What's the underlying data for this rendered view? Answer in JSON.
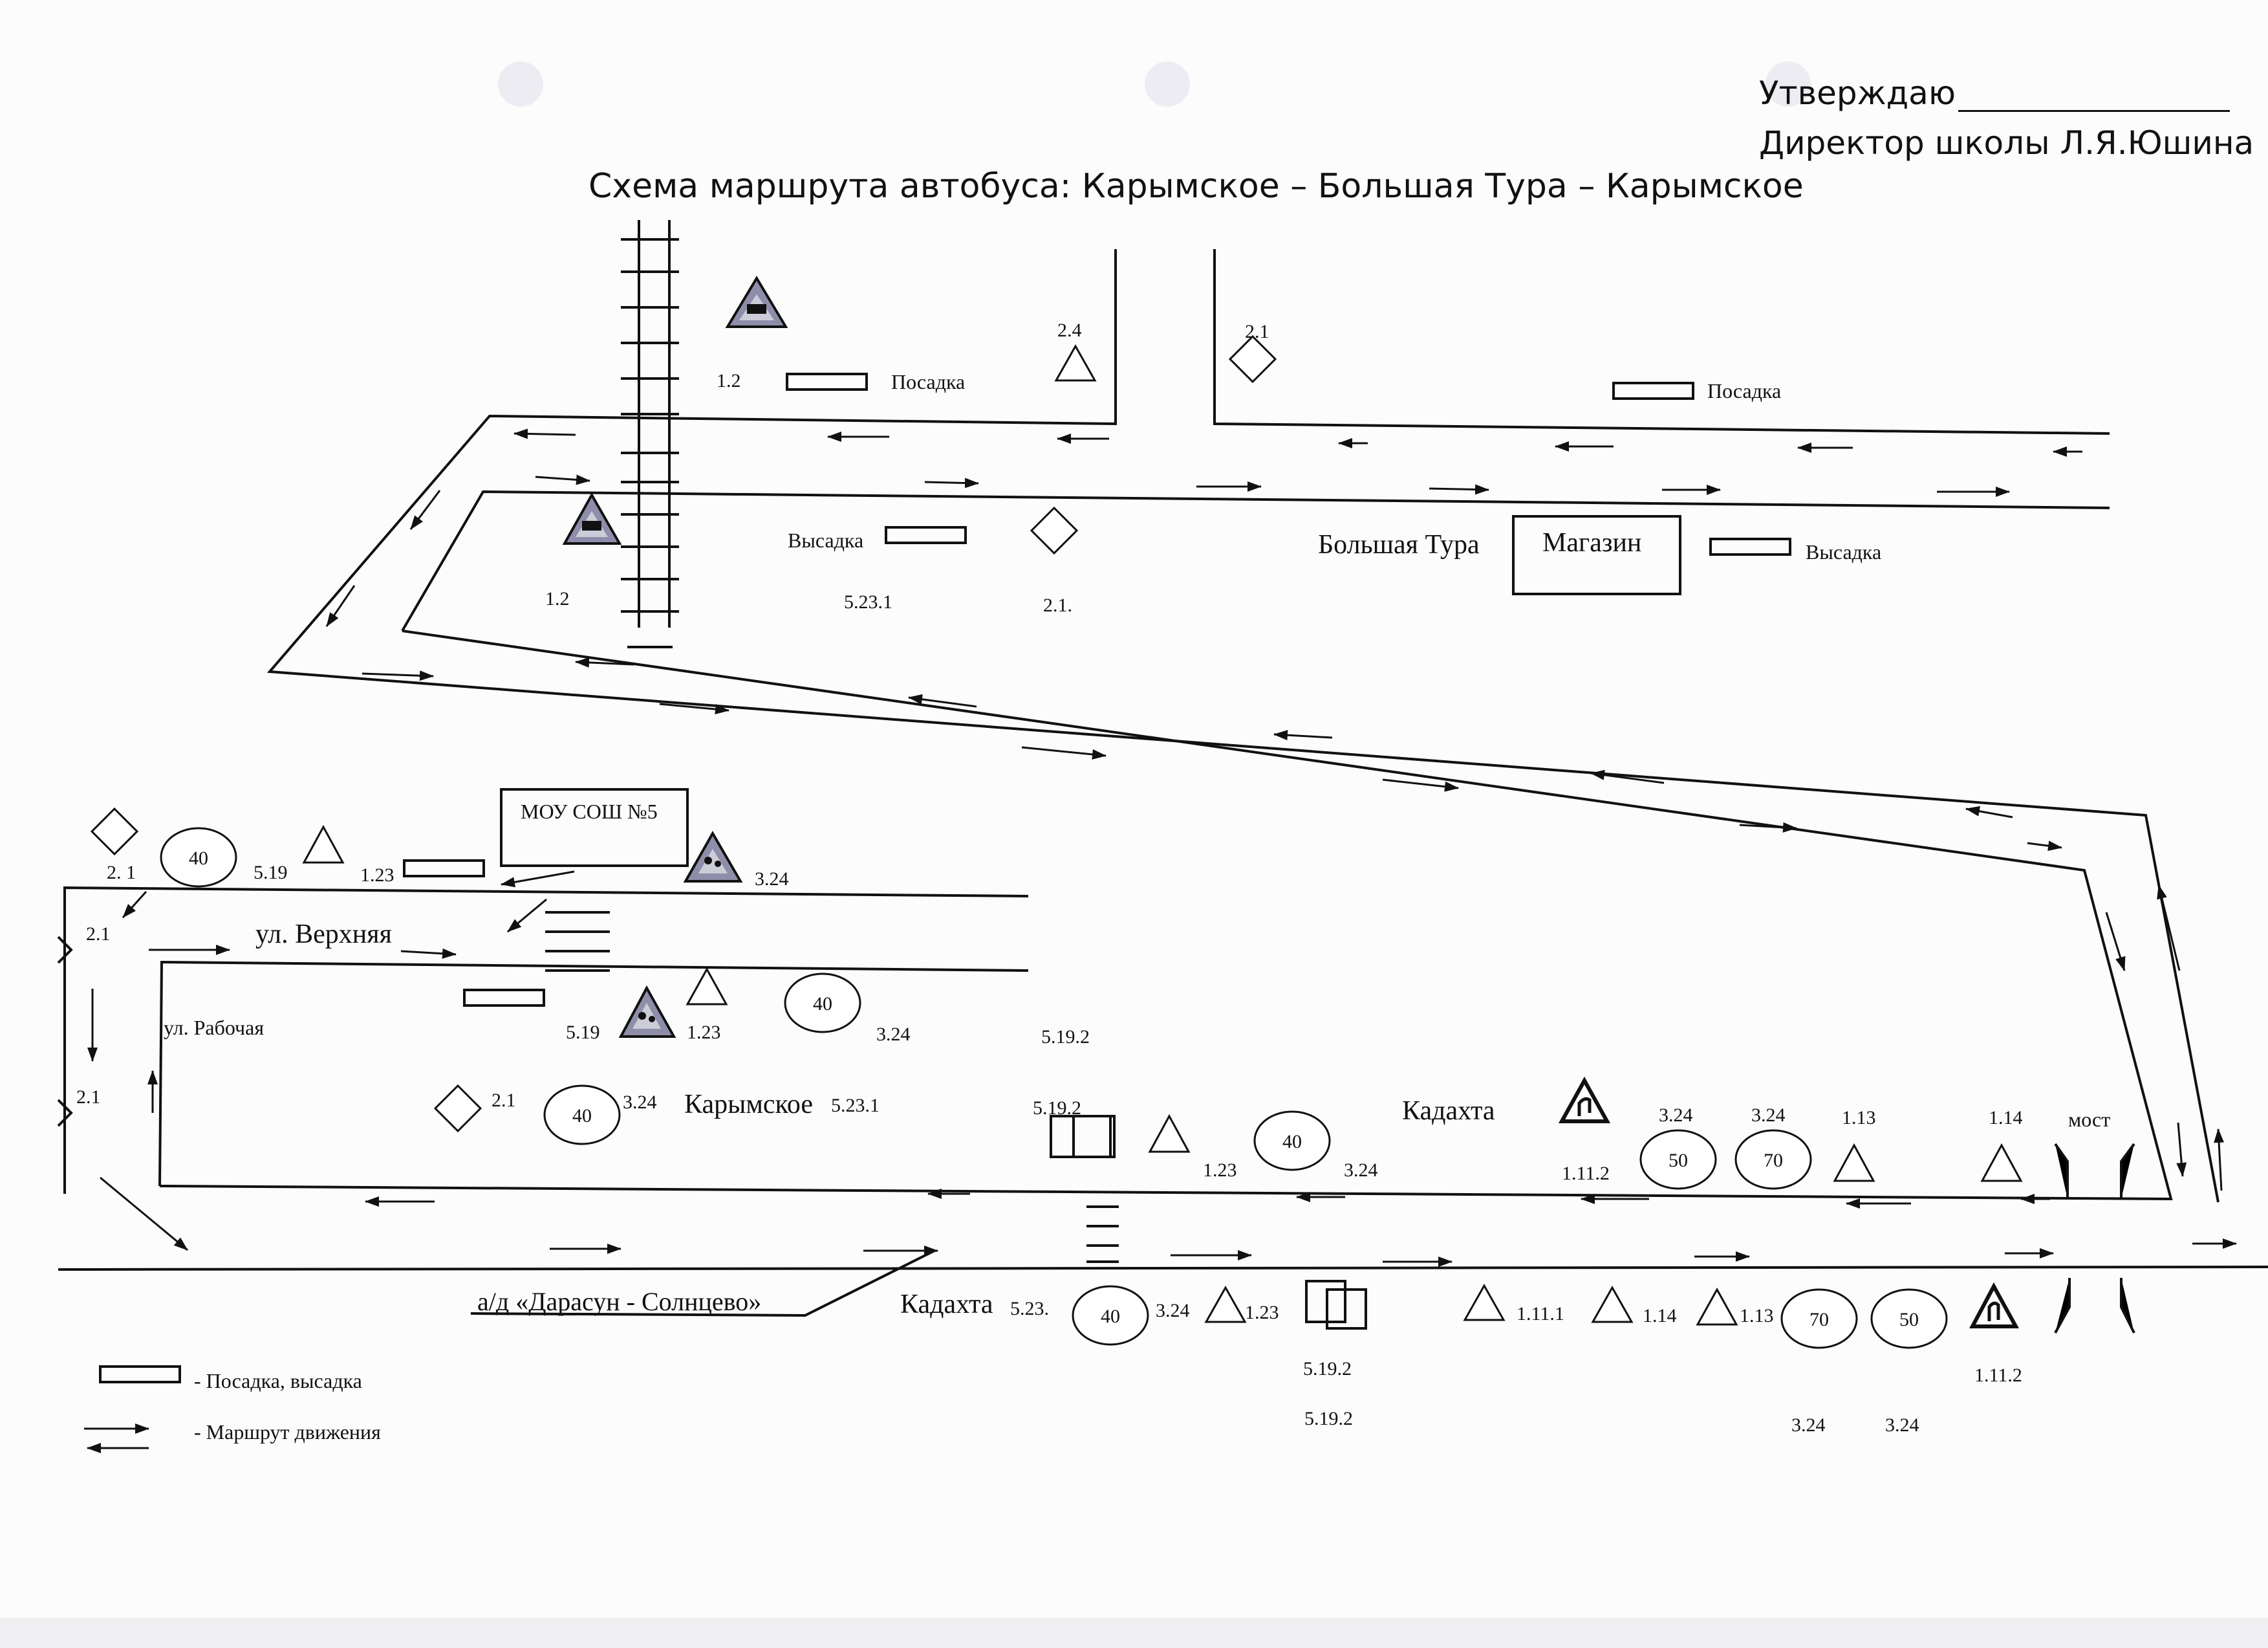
{
  "approval": {
    "line1": "Утверждаю",
    "line2": "Директор школы Л.Я.Юшина"
  },
  "title": "Схема маршрута автобуса: Карымское – Большая Тура – Карымское",
  "labels": {
    "posadka": "Посадка",
    "vysadka": "Высадка",
    "bolshaya_tura": "Большая Тура",
    "magazin": "Магазин",
    "school": "МОУ СОШ №5",
    "ul_verkhnyaya": "ул. Верхняя",
    "ul_rabochaya": "ул. Рабочая",
    "karymskoe": "Карымское",
    "kadakhta": "Кадахта",
    "kadakhta_bottom": "Кадахта",
    "most": "мост",
    "road": "а/д «Дарасун - Солнцево»"
  },
  "sign_codes": {
    "s1_2_top": "1.2",
    "s2_4": "2.4",
    "s2_1_top": "2.1",
    "s1_2_mid": "1.2",
    "s5_23_1_top": "5.23.1",
    "s2_1_dot": "2.1.",
    "s2_1_left": "2. 1",
    "s5_19_a": "5.19",
    "s1_23_a": "1.23",
    "s3_24_a": "3.24",
    "s2_1_b": "2.1",
    "s5_19_b": "5.19",
    "s1_23_b": "1.23",
    "s3_24_b": "3.24",
    "s5_19_2_a": "5.19.2",
    "s2_1_c": "2.1",
    "s2_1_d": "2.1",
    "s3_24_c": "3.24",
    "s5_23_1_b": "5.23.1",
    "s5_19_2_b": "5.19.2",
    "s1_23_c": "1.23",
    "s3_24_d": "3.24",
    "s1_11_2_a": "1.11.2",
    "s3_24_e": "3.24",
    "s3_24_f": "3.24",
    "s1_13_a": "1.13",
    "s1_14_a": "1.14",
    "s5_23": "5.23.",
    "s3_24_g": "3.24",
    "s1_23_d": "1.23",
    "s5_19_2_c": "5.19.2",
    "s5_19_2_d": "5.19.2",
    "s1_11_1": "1.11.1",
    "s1_14_b": "1.14",
    "s1_13_b": "1.13",
    "s1_11_2_b": "1.11.2",
    "s3_24_h": "3.24",
    "s3_24_i": "3.24"
  },
  "speed_limits": {
    "v_a": "40",
    "v_b": "40",
    "v_c": "40",
    "v_d": "40",
    "v_e": "40",
    "v_f": "50",
    "v_g": "70",
    "v_h": "70",
    "v_i": "50"
  },
  "legend": {
    "stop": "- Посадка, высадка",
    "route": "- Маршрут движения"
  },
  "colors": {
    "ink": "#111111",
    "sign_fill": "#8e8eaa",
    "paper": "#fcfcfc"
  }
}
